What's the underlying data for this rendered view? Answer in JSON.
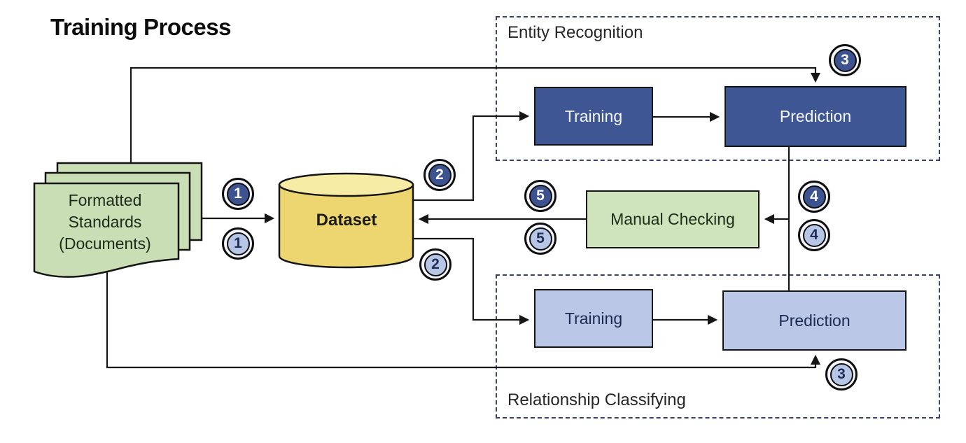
{
  "title": "Training Process",
  "groups": {
    "entity_recognition": {
      "label": "Entity Recognition"
    },
    "relationship_classifying": {
      "label": "Relationship Classifying"
    }
  },
  "nodes": {
    "documents": {
      "lines": [
        "Formatted",
        "Standards",
        "(Documents)"
      ]
    },
    "dataset": {
      "label": "Dataset"
    },
    "er_training": {
      "label": "Training"
    },
    "er_prediction": {
      "label": "Prediction"
    },
    "manual_checking": {
      "label": "Manual Checking"
    },
    "rc_training": {
      "label": "Training"
    },
    "rc_prediction": {
      "label": "Prediction"
    }
  },
  "step_markers": [
    {
      "label": "1",
      "variant": "dark"
    },
    {
      "label": "1",
      "variant": "light"
    },
    {
      "label": "2",
      "variant": "dark"
    },
    {
      "label": "2",
      "variant": "light"
    },
    {
      "label": "3",
      "variant": "dark"
    },
    {
      "label": "3",
      "variant": "light"
    },
    {
      "label": "4",
      "variant": "dark"
    },
    {
      "label": "4",
      "variant": "light"
    },
    {
      "label": "5",
      "variant": "dark"
    },
    {
      "label": "5",
      "variant": "light"
    }
  ],
  "colors": {
    "navy_box": "#3f5694",
    "light_blue_box": "#bac7e7",
    "green_box": "#cfe3bd",
    "document_green": "#c9deb4",
    "cylinder_yellow": "#edd66f",
    "cylinder_yellow_top": "#f7eca6",
    "dark_circle_fill": "#3c538f",
    "light_circle_fill": "#b7c5e6",
    "connector_line": "#161616",
    "dashed_border": "#3b4166"
  }
}
